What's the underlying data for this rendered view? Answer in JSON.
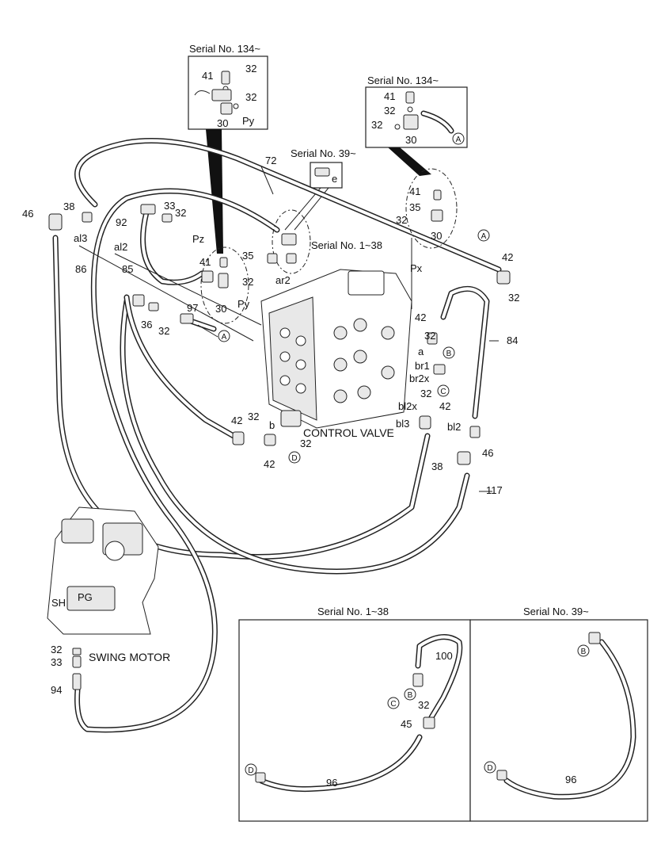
{
  "diagram": {
    "serial_134_a": "Serial No. 134~",
    "serial_134_b": "Serial No. 134~",
    "serial_39_top": "Serial No. 39~",
    "serial_1_38_mid": "Serial No. 1~38",
    "serial_1_38_inset": "Serial No. 1~38",
    "serial_39_inset": "Serial No. 39~",
    "control_valve": "CONTROL VALVE",
    "swing_motor": "SWING MOTOR",
    "ports": {
      "px": "Px",
      "py": "Py",
      "pz": "Pz",
      "py2": "Py",
      "e": "e",
      "al3": "al3",
      "al2": "al2",
      "ar2": "ar2",
      "a": "a",
      "br1": "br1",
      "br2x": "br2x",
      "bl2x": "bl2x",
      "bl3": "bl3",
      "bl2": "bl2",
      "b": "b",
      "sh": "SH",
      "pg": "PG"
    },
    "callouts": {
      "A": "A",
      "B": "B",
      "C": "C",
      "D": "D"
    },
    "part_numbers": {
      "p41a": "41",
      "p32a": "32",
      "p32b": "32",
      "p30a": "30",
      "p41b": "41",
      "p32c": "32",
      "p32d": "32",
      "p30b": "30",
      "p72": "72",
      "p46a": "46",
      "p38a": "38",
      "p92": "92",
      "p33a": "33",
      "p32e": "32",
      "p86": "86",
      "p85": "85",
      "p41c": "41",
      "p35a": "35",
      "p32f": "32",
      "p30c": "30",
      "p36": "36",
      "p32g": "32",
      "p97": "97",
      "p41d": "41",
      "p35b": "35",
      "p32h": "32",
      "p30d": "30",
      "p42a": "42",
      "p32i": "32",
      "p84": "84",
      "p42b": "42",
      "p32j": "32",
      "p32k": "32",
      "p42c": "42",
      "p42d": "42",
      "p32l": "32",
      "p32m": "32",
      "p42e": "42",
      "p38b": "38",
      "p46b": "46",
      "p117": "117",
      "p32n": "32",
      "p33b": "33",
      "p94": "94",
      "p100": "100",
      "p32o": "32",
      "p45": "45",
      "p96a": "96",
      "p96b": "96"
    }
  }
}
